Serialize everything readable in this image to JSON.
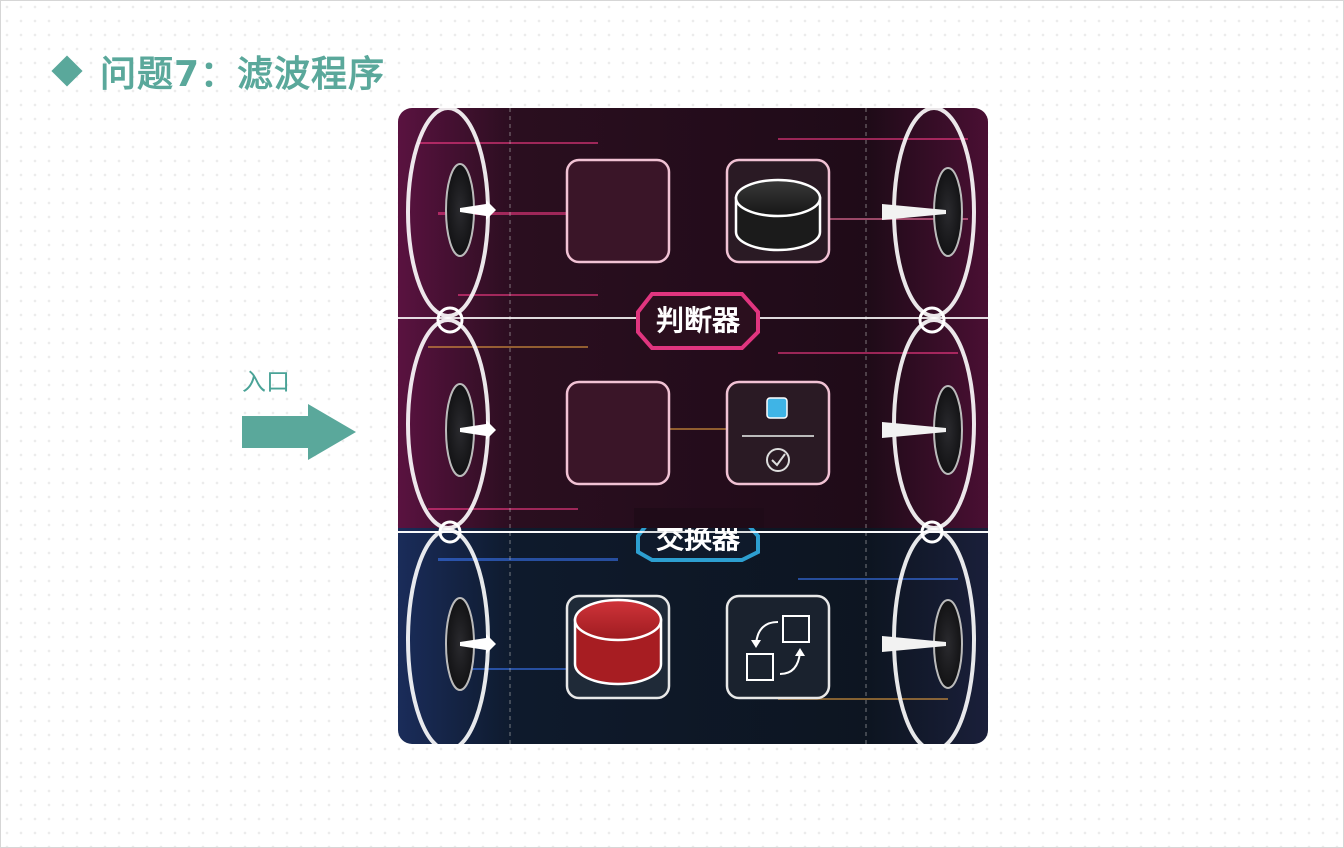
{
  "title": {
    "text": "问题7：滤波程序",
    "icon": "diamond-bullet-icon",
    "color": "#5aa89b"
  },
  "entry": {
    "label": "入口",
    "arrow_icon": "entry-arrow-icon",
    "color": "#5aa89b"
  },
  "board": {
    "rows": [
      {
        "theme": "magenta",
        "separator_label": "判断器",
        "slots": [
          {
            "name": "empty-slot",
            "content": "empty"
          },
          {
            "name": "black-token-slot",
            "content": "black-cylinder-icon"
          }
        ]
      },
      {
        "theme": "magenta",
        "slots": [
          {
            "name": "empty-slot",
            "content": "empty"
          },
          {
            "name": "judge-condition-slot",
            "content": "blue-square-check-icon",
            "condition_color": "#3fb4e6"
          }
        ]
      },
      {
        "theme": "blue",
        "separator_label": "交换器",
        "slots": [
          {
            "name": "red-token-slot",
            "content": "red-cylinder-icon"
          },
          {
            "name": "swap-slot",
            "content": "swap-squares-icon"
          }
        ]
      }
    ],
    "colors": {
      "magenta": "#e0357f",
      "blue": "#2d9fd0",
      "token_red": "#b72025",
      "token_black": "#222222"
    }
  }
}
